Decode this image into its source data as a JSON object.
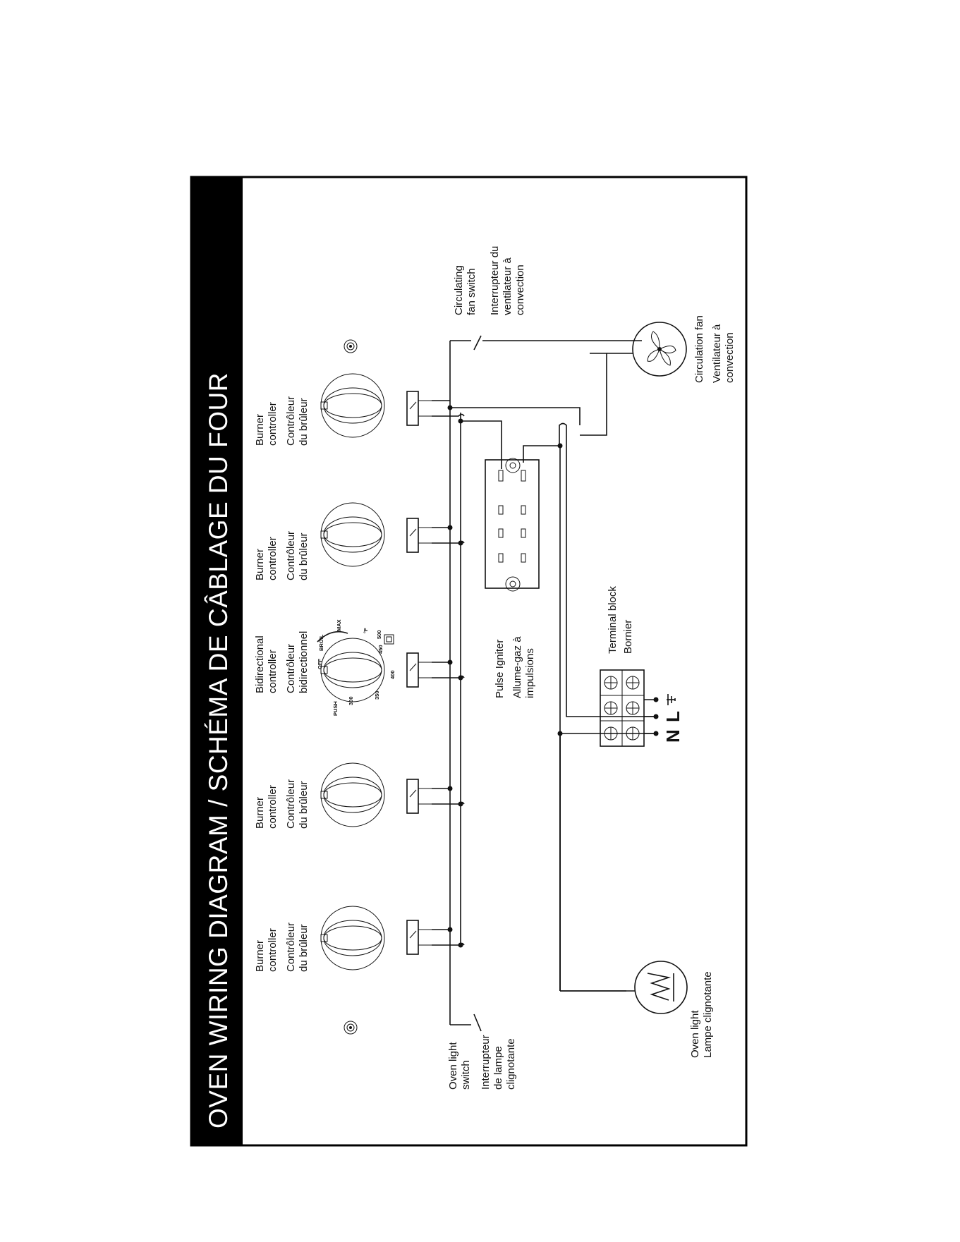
{
  "title": "OVEN WIRING DIAGRAM / SCHÉMA DE CÂBLAGE DU FOUR",
  "burner_controllers": [
    {
      "en": [
        "Burner",
        "controller"
      ],
      "fr": [
        "Contrôleur",
        "du brûleur"
      ]
    },
    {
      "en": [
        "Burner",
        "controller"
      ],
      "fr": [
        "Contrôleur",
        "du brûleur"
      ]
    },
    {
      "en": [
        "Burner",
        "controller"
      ],
      "fr": [
        "Contrôleur",
        "du brûleur"
      ]
    },
    {
      "en": [
        "Burner",
        "controller"
      ],
      "fr": [
        "Contrôleur",
        "du brûleur"
      ]
    }
  ],
  "bidirectional_controller": {
    "en": [
      "Bidirectional",
      "controller"
    ],
    "fr": [
      "Contrôleur",
      "bidirectionnel"
    ],
    "dial_marks": {
      "push": "PUSH",
      "off": "OFF",
      "broil": "BROIL",
      "max": "MAX",
      "deg": "°F",
      "t300": "300",
      "t350": "350",
      "t400": "400",
      "t450": "450",
      "t500": "500"
    }
  },
  "oven_light_switch": {
    "en": [
      "Oven light",
      "switch"
    ],
    "fr": [
      "Interrupteur",
      "de lampe",
      "clignotante"
    ]
  },
  "circulating_fan_switch": {
    "en": [
      "Circulating",
      "fan switch"
    ],
    "fr": [
      "Interrupteur du",
      "ventilateur à",
      "convection"
    ]
  },
  "oven_light": {
    "en": "Oven light",
    "fr": "Lampe clignotante"
  },
  "circulation_fan": {
    "en": "Circulation fan",
    "fr": [
      "Ventilateur à",
      "convection"
    ]
  },
  "pulse_igniter": {
    "en": "Pulse Igniter",
    "fr": [
      "Allume-gaz à",
      "impulsions"
    ]
  },
  "terminal_block": {
    "en": "Terminal block",
    "fr": "Bornier",
    "terminals": [
      "N",
      "L",
      "⏚"
    ]
  },
  "colors": {
    "title_bar": "#000000",
    "line": "#111111",
    "background": "#ffffff"
  }
}
